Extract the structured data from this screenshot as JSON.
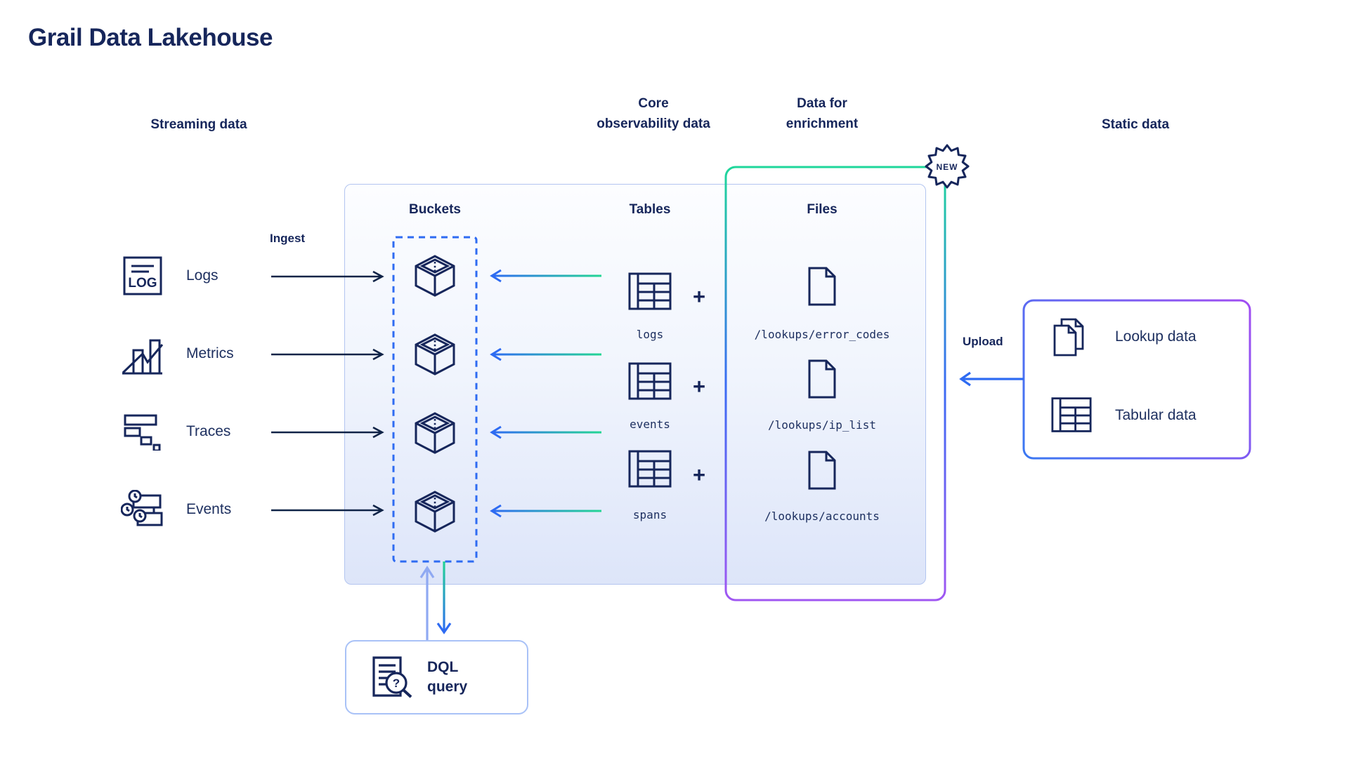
{
  "title": "Grail Data Lakehouse",
  "columns": {
    "streaming": "Streaming data",
    "core": "Core\nobservability data",
    "enrichment": "Data for\nenrichment",
    "static": "Static data"
  },
  "sources": [
    {
      "label": "Logs"
    },
    {
      "label": "Metrics"
    },
    {
      "label": "Traces"
    },
    {
      "label": "Events"
    }
  ],
  "labels": {
    "ingest": "Ingest",
    "upload": "Upload",
    "new_badge": "NEW",
    "plus": "+",
    "log_icon_text": "LOG",
    "magnifier_qmark": "?",
    "dql": "DQL query"
  },
  "lakehouse": {
    "buckets_title": "Buckets",
    "tables_title": "Tables",
    "files_title": "Files",
    "tables": [
      {
        "name": "logs"
      },
      {
        "name": "events"
      },
      {
        "name": "spans"
      }
    ],
    "files": [
      {
        "path": "/lookups/error_codes"
      },
      {
        "path": "/lookups/ip_list"
      },
      {
        "path": "/lookups/accounts"
      }
    ]
  },
  "static_box": {
    "items": [
      {
        "label": "Lookup data"
      },
      {
        "label": "Tabular data"
      }
    ]
  },
  "colors": {
    "navy": "#16265b",
    "text_navy": "#1e3060",
    "blue": "#2e6bf2",
    "green": "#24d694",
    "purple": "#a057f2",
    "periwinkle": "#8fa9f2",
    "box_border": "#b3c5f0",
    "box_fill_bottom": "#dde5f9"
  }
}
